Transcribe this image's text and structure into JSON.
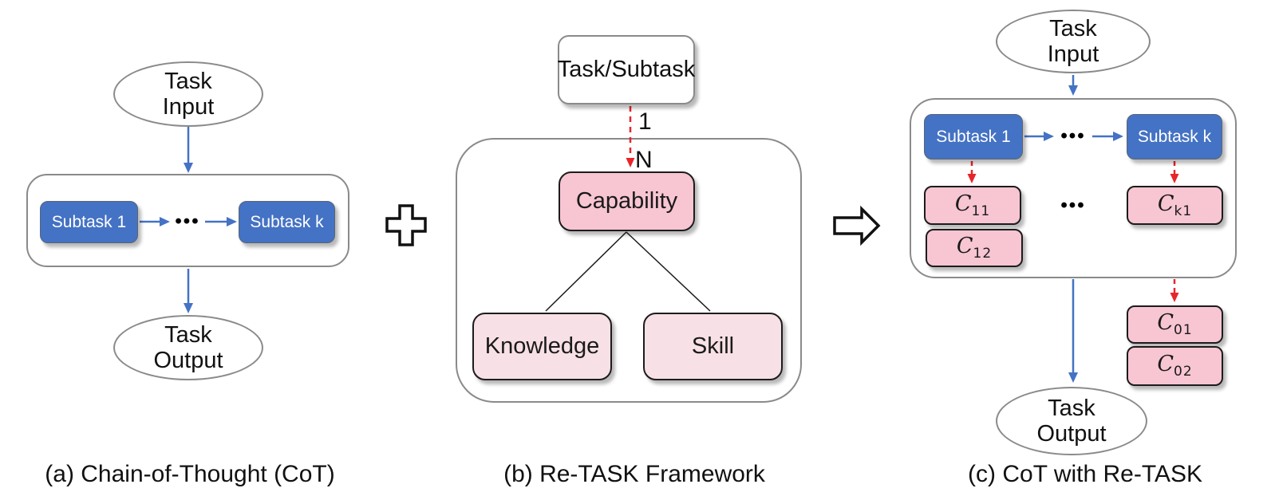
{
  "colors": {
    "subtask_blue": "#4472C4",
    "capability_pink": "#F8C5D3",
    "knowledge_skill_pink": "#F7E0E6",
    "arrow_blue": "#4472C4",
    "arrow_red": "#E8252A",
    "container_border_gray": "#8A8A8A",
    "box_border_dark": "#1C1C1C"
  },
  "panels": {
    "a": {
      "caption": "(a) Chain-of-Thought (CoT)",
      "task_input": [
        "Task",
        "Input"
      ],
      "subtask_1": "Subtask 1",
      "dots": "•••",
      "subtask_k": "Subtask k",
      "task_output": [
        "Task",
        "Output"
      ]
    },
    "b": {
      "caption": "(b) Re-TASK Framework",
      "task_subtask": "Task/Subtask",
      "multiplicity_top": "1",
      "multiplicity_bottom": "N",
      "capability": "Capability",
      "knowledge": "Knowledge",
      "skill": "Skill"
    },
    "c": {
      "caption": "(c) CoT with Re-TASK",
      "task_input": [
        "Task",
        "Input"
      ],
      "subtask_1": "Subtask 1",
      "dots_subtasks": "•••",
      "subtask_k": "Subtask k",
      "dots_capabilities": "•••",
      "capabilities": {
        "c11": {
          "base": "C",
          "sub": "11"
        },
        "c12": {
          "base": "C",
          "sub": "12"
        },
        "ck1": {
          "base": "C",
          "sub": "k1"
        },
        "c01": {
          "base": "C",
          "sub": "01"
        },
        "c02": {
          "base": "C",
          "sub": "02"
        }
      },
      "task_output": [
        "Task",
        "Output"
      ]
    }
  }
}
